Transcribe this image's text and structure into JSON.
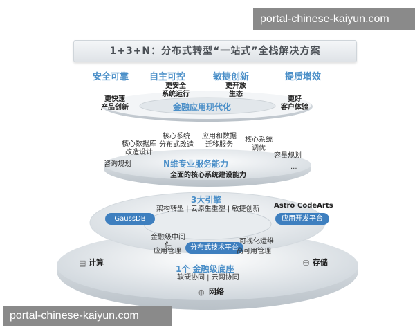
{
  "watermark": "portal-chinese-kaiyun.com",
  "title": "1+3+N：分布式转型“一站式”全栈解决方案",
  "top_goals": [
    "安全可靠",
    "自主可控",
    "敏捷创新",
    "提质增效"
  ],
  "ring1": {
    "center": "金融应用现代化",
    "benefits": [
      "更快速\n产品创新",
      "更安全\n系统运行",
      "更开放\n生态",
      "更好\n客户体验"
    ]
  },
  "ring2": {
    "title": "N维专业服务能力",
    "subtitle": "全面的核心系统建设能力",
    "services": [
      "核心数据库\n改造设计",
      "核心系统\n分布式改造",
      "应用和数据\n迁移服务",
      "核心系统\n调优",
      "容量规划",
      "咨询规划",
      "..."
    ]
  },
  "ring3": {
    "title": "3大引擎",
    "engines": "架构转型 | 云原生重塑 | 敏捷创新",
    "left_pill": "GaussDB",
    "right_tools": [
      "Astro",
      "CodeArts"
    ],
    "right_pill": "应用开发平台",
    "center_pill": "分布式技术平台",
    "left_items": [
      "金融级中间\n件",
      "应用管理"
    ],
    "right_items": [
      "可视化运维",
      "高可用管理"
    ]
  },
  "base": {
    "title": "1个 金融级底座",
    "subtitle": "软硬协同 | 云网协同",
    "left": "计算",
    "right": "存储",
    "bottom": "网络"
  }
}
